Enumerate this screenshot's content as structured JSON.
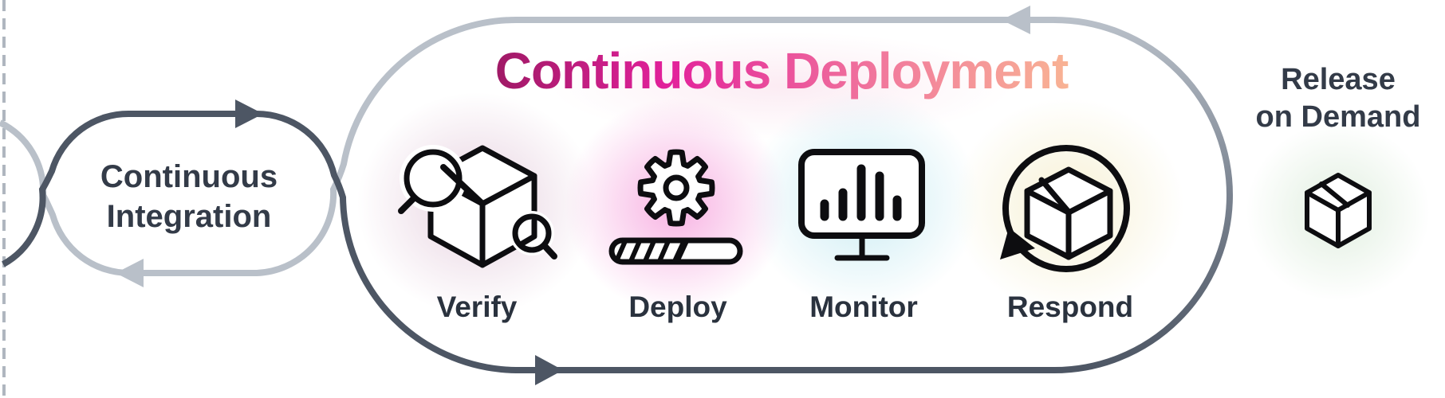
{
  "colors": {
    "loop_dark": "#4D5664",
    "loop_mid": "#7A8390",
    "loop_light": "#B9C0C9",
    "dashed_line": "#AFB6BF",
    "icon_ink": "#0D0D10",
    "heading_ink": "#333B48",
    "stage_label_ink": "#2A323E",
    "title_gradient": [
      "#83164F",
      "#E2219B",
      "#F27E9C",
      "#FBC991"
    ],
    "glow_verify": "#E1C6D8",
    "glow_deploy": "#F7AEE1",
    "glow_monitor": "#CAECF3",
    "glow_respond": "#F6F0D2",
    "glow_release": "#DFEEDE",
    "glow_title": "#F4BED7"
  },
  "pipeline": {
    "ci": {
      "label": "Continuous Integration",
      "lines": [
        "Continuous",
        "Integration"
      ]
    },
    "cd": {
      "title": "Continuous Deployment",
      "stages": [
        {
          "name": "verify",
          "label": "Verify",
          "icon": "package-inspect-magnifier-icon"
        },
        {
          "name": "deploy",
          "label": "Deploy",
          "icon": "gear-progress-bar-icon"
        },
        {
          "name": "monitor",
          "label": "Monitor",
          "icon": "dashboard-bar-chart-monitor-icon"
        },
        {
          "name": "respond",
          "label": "Respond",
          "icon": "package-rollback-circular-arrow-icon"
        }
      ]
    },
    "release": {
      "label": "Release on Demand",
      "lines": [
        "Release",
        "on Demand"
      ],
      "icon": "package-box-icon"
    }
  }
}
